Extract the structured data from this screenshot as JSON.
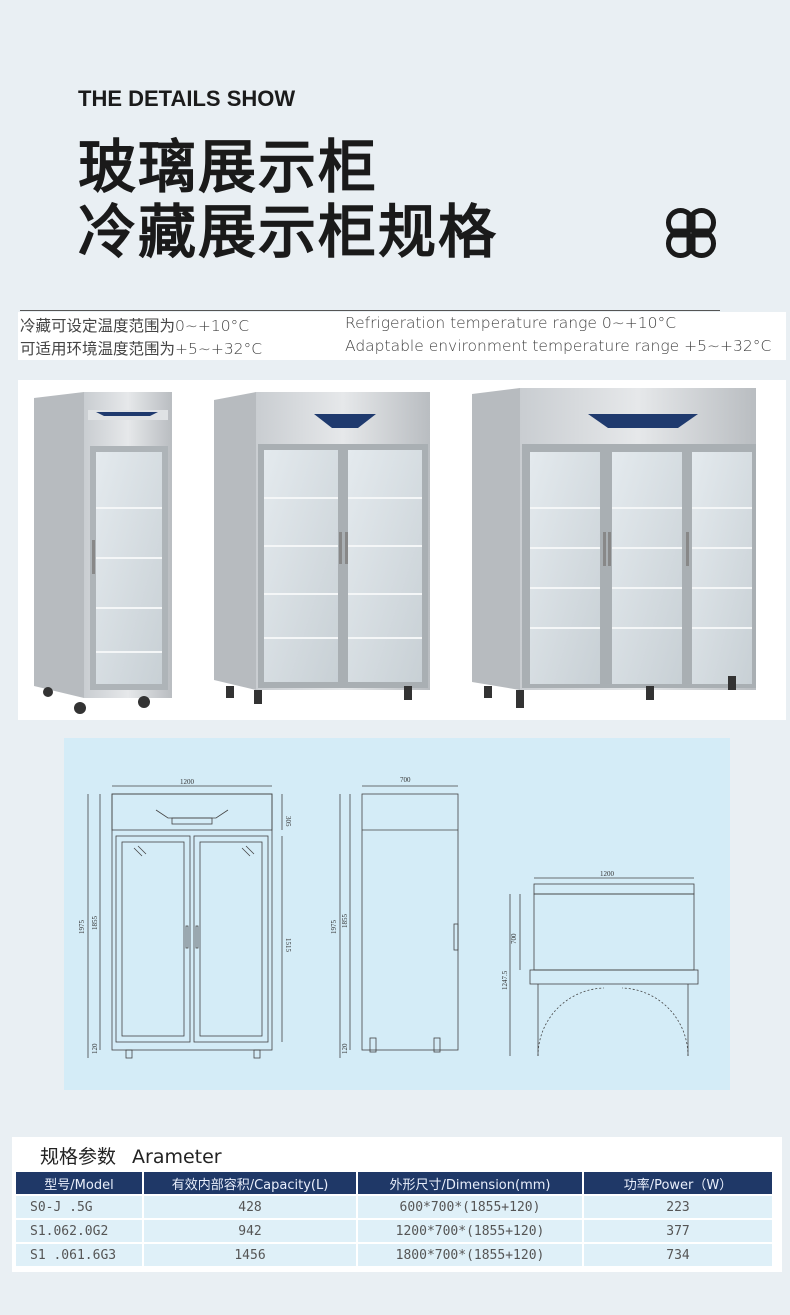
{
  "header": {
    "eyebrow": "THE DETAILS SHOW",
    "title_line1": "玻璃展示柜",
    "title_line2": "冷藏展示柜规格",
    "icon": "clover-icon"
  },
  "specs": {
    "cn_line1": "冷藏可设定温度范围为0~+10°C",
    "cn_line2": "可适用环境温度范围为+5~+32°C",
    "en_line1": "Refrigeration temperature range 0~+10°C",
    "en_line2": "Adaptable environment temperature range +5~+32°C"
  },
  "drawing": {
    "front_width": "1200",
    "front_top": "305",
    "front_height": "1975",
    "front_body": "1855",
    "front_door": "1515",
    "front_leg": "120",
    "side_depth": "700",
    "side_height": "1975",
    "side_body": "1855",
    "side_leg": "120",
    "top_width": "1200",
    "top_depth": "700",
    "top_open": "1247.5"
  },
  "table": {
    "heading_cn": "规格参数",
    "heading_en": "Arameter",
    "headers": [
      "型号/Model",
      "有效内部容积/Capacity(L)",
      "外形尺寸/Dimension(mm)",
      "功率/Power（W）"
    ],
    "rows": [
      [
        "S0-J  .5G",
        "428",
        "600*700*(1855+120)",
        "223"
      ],
      [
        "S1.062.0G2",
        "942",
        "1200*700*(1855+120)",
        "377"
      ],
      [
        "S1 .061.6G3",
        "1456",
        "1800*700*(1855+120)",
        "734"
      ]
    ]
  },
  "colors": {
    "background": "#e9eff3",
    "table_header": "#1f3867",
    "table_cell": "#dff0f8",
    "drawing_panel": "#d4ecf7",
    "cabinet_panel": "#1f3a6e"
  }
}
